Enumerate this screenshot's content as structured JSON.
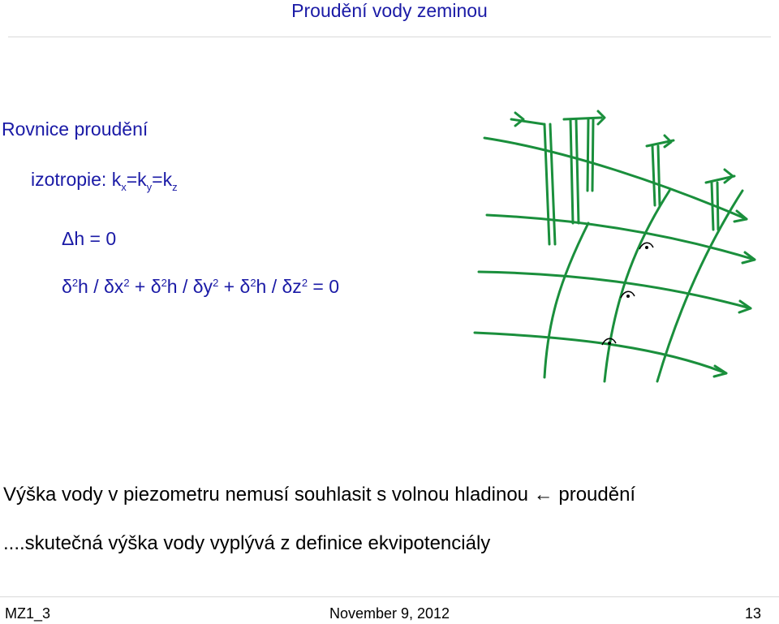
{
  "header": {
    "title": "Proudění vody zeminou"
  },
  "main": {
    "heading": "Rovnice proudění",
    "isotropy": {
      "label": "izotropie: ",
      "k1": "k",
      "s1": "x",
      "eq1": "=k",
      "s2": "y",
      "eq2": "=k",
      "s3": "z"
    },
    "laplace": "Δh = 0",
    "equation": {
      "p1": "δ",
      "e1": "2",
      "p2": "h / δx",
      "e2": "2",
      "p3": " + δ",
      "e3": "2",
      "p4": "h / δy",
      "e4": "2",
      "p5": " +  δ",
      "e5": "2",
      "p6": "h / δz",
      "e6": "2",
      "p7": " = 0"
    },
    "note1": "Výška vody v piezometru nemusí souhlasit s volnou hladinou ← proudění",
    "note2": "....skutečná výška vody vyplývá z definice ekvipotenciály"
  },
  "figure": {
    "stroke_color": "#1a8f3c",
    "mark_color": "#000000"
  },
  "footer": {
    "left": "MZ1_3",
    "center": "November 9, 2012",
    "right": "13"
  }
}
